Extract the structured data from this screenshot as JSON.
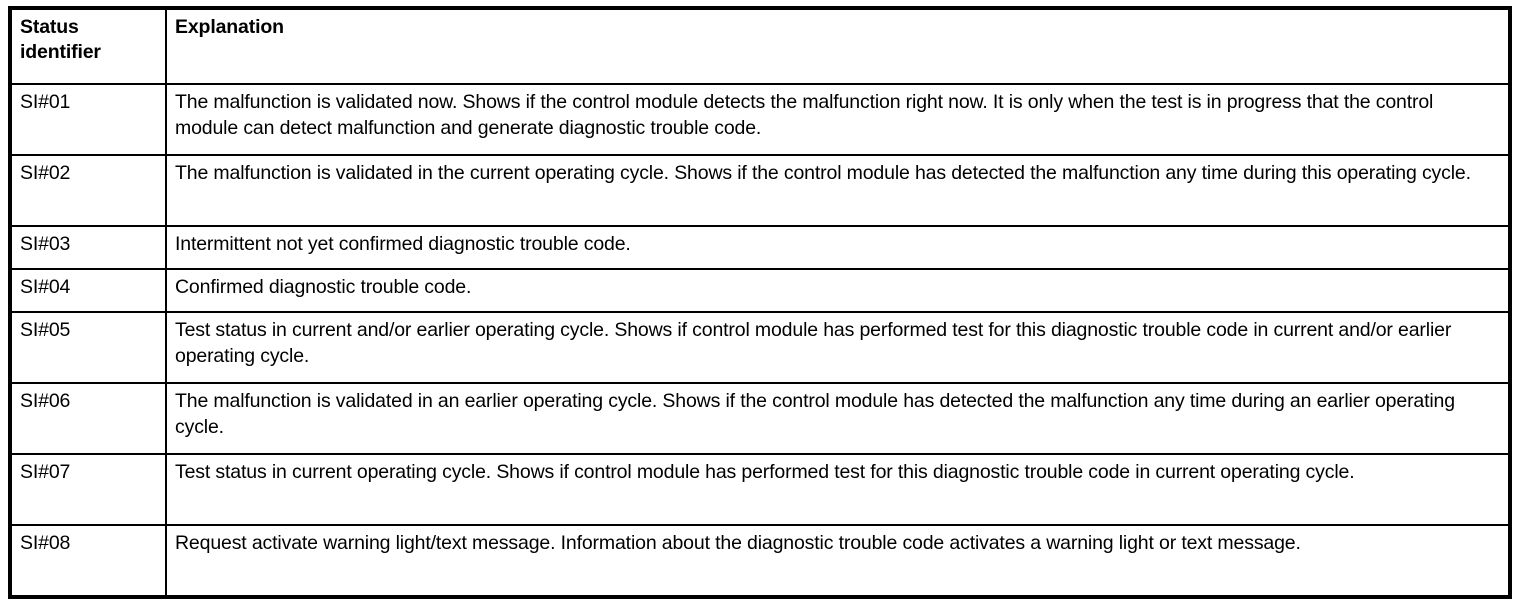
{
  "table": {
    "columns": [
      {
        "key": "status_identifier",
        "header": "Status\nidentifier"
      },
      {
        "key": "explanation",
        "header": "Explanation"
      }
    ],
    "headers": {
      "status_identifier": "Status identifier",
      "status_identifier_line1": "Status",
      "status_identifier_line2": "identifier",
      "explanation": "Explanation"
    },
    "rows": [
      {
        "status_identifier": "SI#01",
        "explanation": "The malfunction is validated now. Shows if the control module detects the malfunction right now. It is only when the test is in progress that the control module can detect malfunction and generate diagnostic trouble code.",
        "lines": 2
      },
      {
        "status_identifier": "SI#02",
        "explanation": "The malfunction is validated in the current operating cycle. Shows if the control module has detected the malfunction any time during this operating cycle.",
        "lines": 2
      },
      {
        "status_identifier": "SI#03",
        "explanation": "Intermittent not yet confirmed diagnostic trouble code.",
        "lines": 1
      },
      {
        "status_identifier": "SI#04",
        "explanation": "Confirmed diagnostic trouble code.",
        "lines": 1
      },
      {
        "status_identifier": "SI#05",
        "explanation": "Test status in current and/or earlier operating cycle. Shows if control module has performed test for this diagnostic trouble code in current and/or earlier operating cycle.",
        "lines": 2
      },
      {
        "status_identifier": "SI#06",
        "explanation": "The malfunction is validated in an earlier operating cycle. Shows if the control module has detected the malfunction any time during an earlier operating cycle.",
        "lines": 2
      },
      {
        "status_identifier": "SI#07",
        "explanation": "Test status in current operating cycle. Shows if control module has performed test for this diagnostic trouble code in current operating cycle.",
        "lines": 2
      },
      {
        "status_identifier": "SI#08",
        "explanation": "Request activate warning light/text message. Information about the diagnostic trouble code activates a warning light or text message.",
        "lines": 2
      }
    ]
  },
  "colors": {
    "border": "#000000",
    "text": "#000000",
    "background": "#ffffff"
  }
}
